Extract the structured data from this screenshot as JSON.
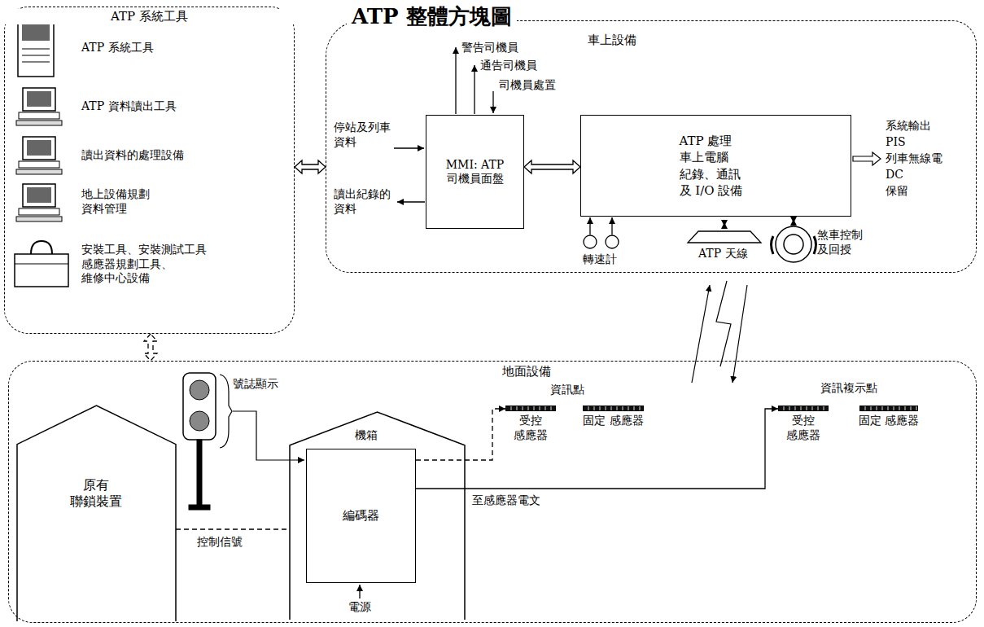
{
  "diagram": {
    "title": "ATP 整體方塊圖",
    "nodes": [
      {
        "text": [
          "ATP 系統工具"
        ]
      },
      {
        "text": [
          "車上設備"
        ]
      },
      {
        "text": [
          "MMI: ATP 司機員面盤"
        ],
        "in": 1
      },
      {
        "text": [
          "ATP 處理 車上電腦 紀錄、通訊 及 I/O 設備"
        ],
        "in": 1
      },
      {
        "text": [
          "地面設備"
        ]
      },
      {
        "text": [
          "原有 聯鎖裝置"
        ],
        "in": 4
      },
      {
        "text": [
          "機箱"
        ],
        "in": 4
      },
      {
        "text": [
          "編碼器"
        ],
        "in": 6
      },
      {
        "text": [
          "受控 感應器"
        ],
        "in": 4
      },
      {
        "text": [
          "固定 感應器"
        ],
        "in": 4
      },
      {
        "text": [
          "受控 感應器"
        ],
        "in": 4
      },
      {
        "text": [
          "固定 感應器"
        ],
        "in": 4
      }
    ],
    "edges": [
      {
        "from": 0,
        "to": 1,
        "arrow": "both"
      },
      {
        "from": 0,
        "to": 4,
        "arrow": "both"
      },
      {
        "from": 2,
        "to": 3,
        "arrow": "both"
      },
      {
        "from": 5,
        "to": 6,
        "label": "控制信號",
        "arrow": "none"
      },
      {
        "from": 7,
        "to": 8,
        "arrow": "to"
      },
      {
        "from": 7,
        "to": 10,
        "label": "至感應器電文",
        "arrow": "to"
      }
    ],
    "labels": [
      "ATP 系統工具",
      "ATP 資料讀出工具",
      "讀出資料的處理設備",
      "地上設備規劃 資料管理",
      "安裝工具、安裝測試工具 感應器規劃工具、 維修中心設備",
      "警告司機員",
      "通告司機員",
      "司機員處置",
      "停站及列車 資料",
      "讀出紀錄的 資料",
      "系統輸出",
      "PIS",
      "列車無線電",
      "DC",
      "保留",
      "轉速計",
      "ATP 天線",
      "煞車控制 及回授",
      "號誌顯示",
      "資訊點",
      "電源",
      "資訊複示點"
    ]
  }
}
